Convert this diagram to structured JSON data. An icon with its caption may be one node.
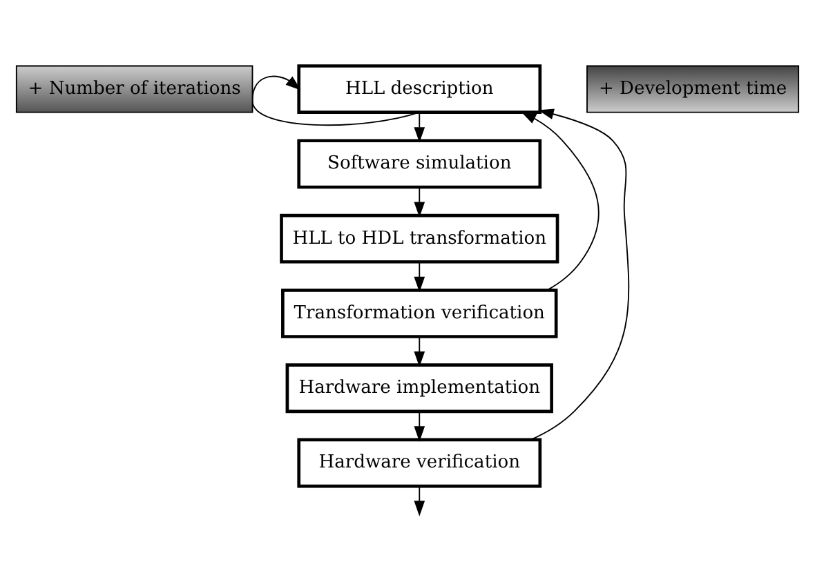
{
  "diagram": {
    "nodes": [
      {
        "text": [
          "HLL description"
        ]
      },
      {
        "text": [
          "Software simulation"
        ]
      },
      {
        "text": [
          "HLL to HDL transformation"
        ]
      },
      {
        "text": [
          "Transformation verification"
        ]
      },
      {
        "text": [
          "Hardware implementation"
        ]
      },
      {
        "text": [
          "Hardware verification"
        ]
      },
      {
        "text": [
          "+ Number of iterations"
        ]
      },
      {
        "text": [
          "+ Development time"
        ]
      }
    ],
    "edges": [
      {
        "from": 0,
        "to": 1,
        "arrow": "to"
      },
      {
        "from": 1,
        "to": 2,
        "arrow": "to"
      },
      {
        "from": 2,
        "to": 3,
        "arrow": "to"
      },
      {
        "from": 3,
        "to": 4,
        "arrow": "to"
      },
      {
        "from": 4,
        "to": 5,
        "arrow": "to"
      },
      {
        "from": 0,
        "to": 0,
        "arrow": "to"
      },
      {
        "from": 3,
        "to": 0,
        "arrow": "to"
      },
      {
        "from": 5,
        "to": 0,
        "arrow": "to"
      },
      {
        "from": 5,
        "to": null,
        "arrow": "to"
      }
    ]
  }
}
